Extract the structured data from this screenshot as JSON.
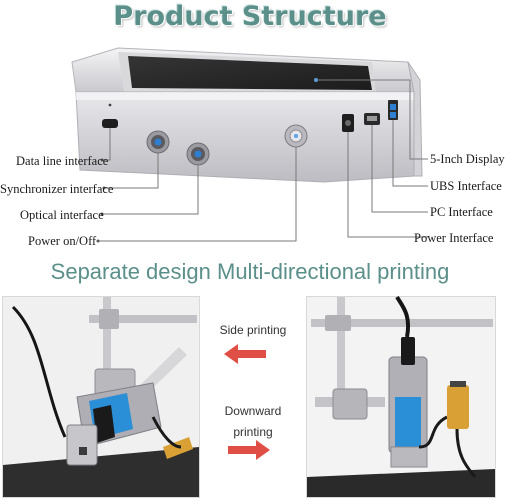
{
  "header": {
    "title": "Product Structure"
  },
  "callouts": {
    "data_line": "Data line interface",
    "synchronizer": "Synchronizer interface",
    "optical": "Optical interface",
    "power_switch": "Power on/Off",
    "display": "5-Inch Display",
    "ubs": "UBS Interface",
    "pc": "PC Interface",
    "power_interface": "Power Interface"
  },
  "section": {
    "subtitle": "Separate design Multi-directional printing"
  },
  "orientations": {
    "side": "Side printing",
    "downward_line1": "Downward",
    "downward_line2": "printing"
  },
  "colors": {
    "accent": "#5b8f8a",
    "arrow": "#e04f45",
    "cable_blue": "#2a8fd6"
  }
}
